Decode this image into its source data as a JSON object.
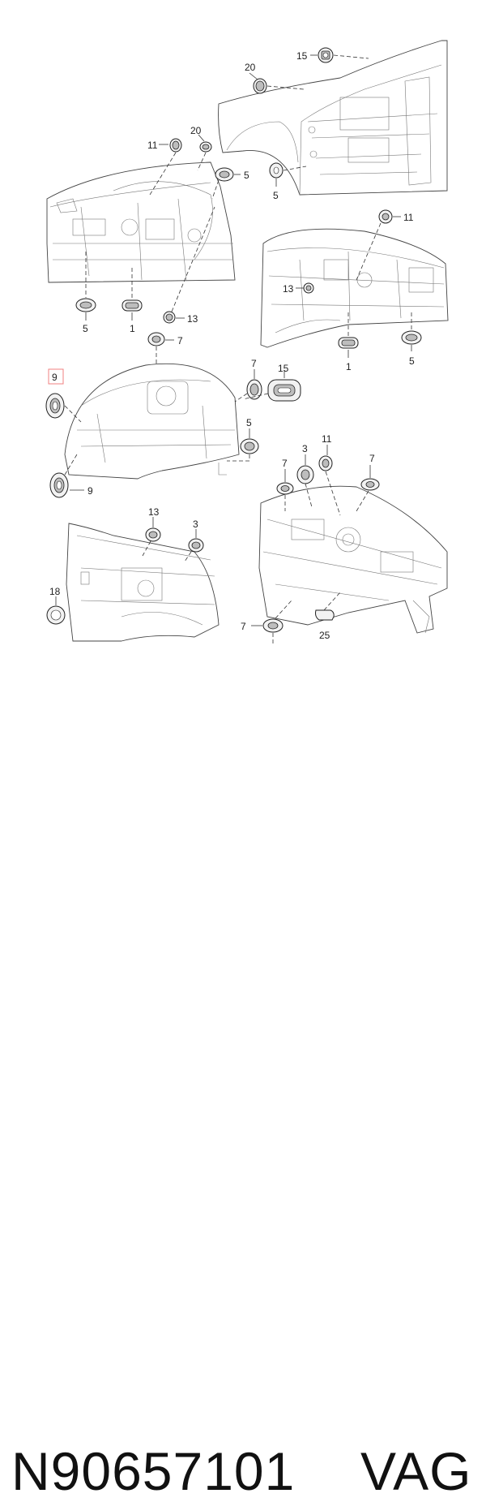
{
  "footer": {
    "part_number": "N90657101",
    "brand": "VAG"
  },
  "callouts": {
    "top_right": [
      "15",
      "20",
      "5"
    ],
    "mid_left": [
      "11",
      "20",
      "5",
      "5",
      "1",
      "13"
    ],
    "mid_right": [
      "11",
      "13",
      "1",
      "5"
    ],
    "wheel_arch": [
      "9",
      "7",
      "7",
      "15",
      "5",
      "9"
    ],
    "bottom_left": [
      "13",
      "3",
      "18"
    ],
    "bottom_right": [
      "3",
      "11",
      "7",
      "7",
      "7",
      "25"
    ]
  },
  "highlight": {
    "label": "9",
    "color": "#f08080"
  }
}
